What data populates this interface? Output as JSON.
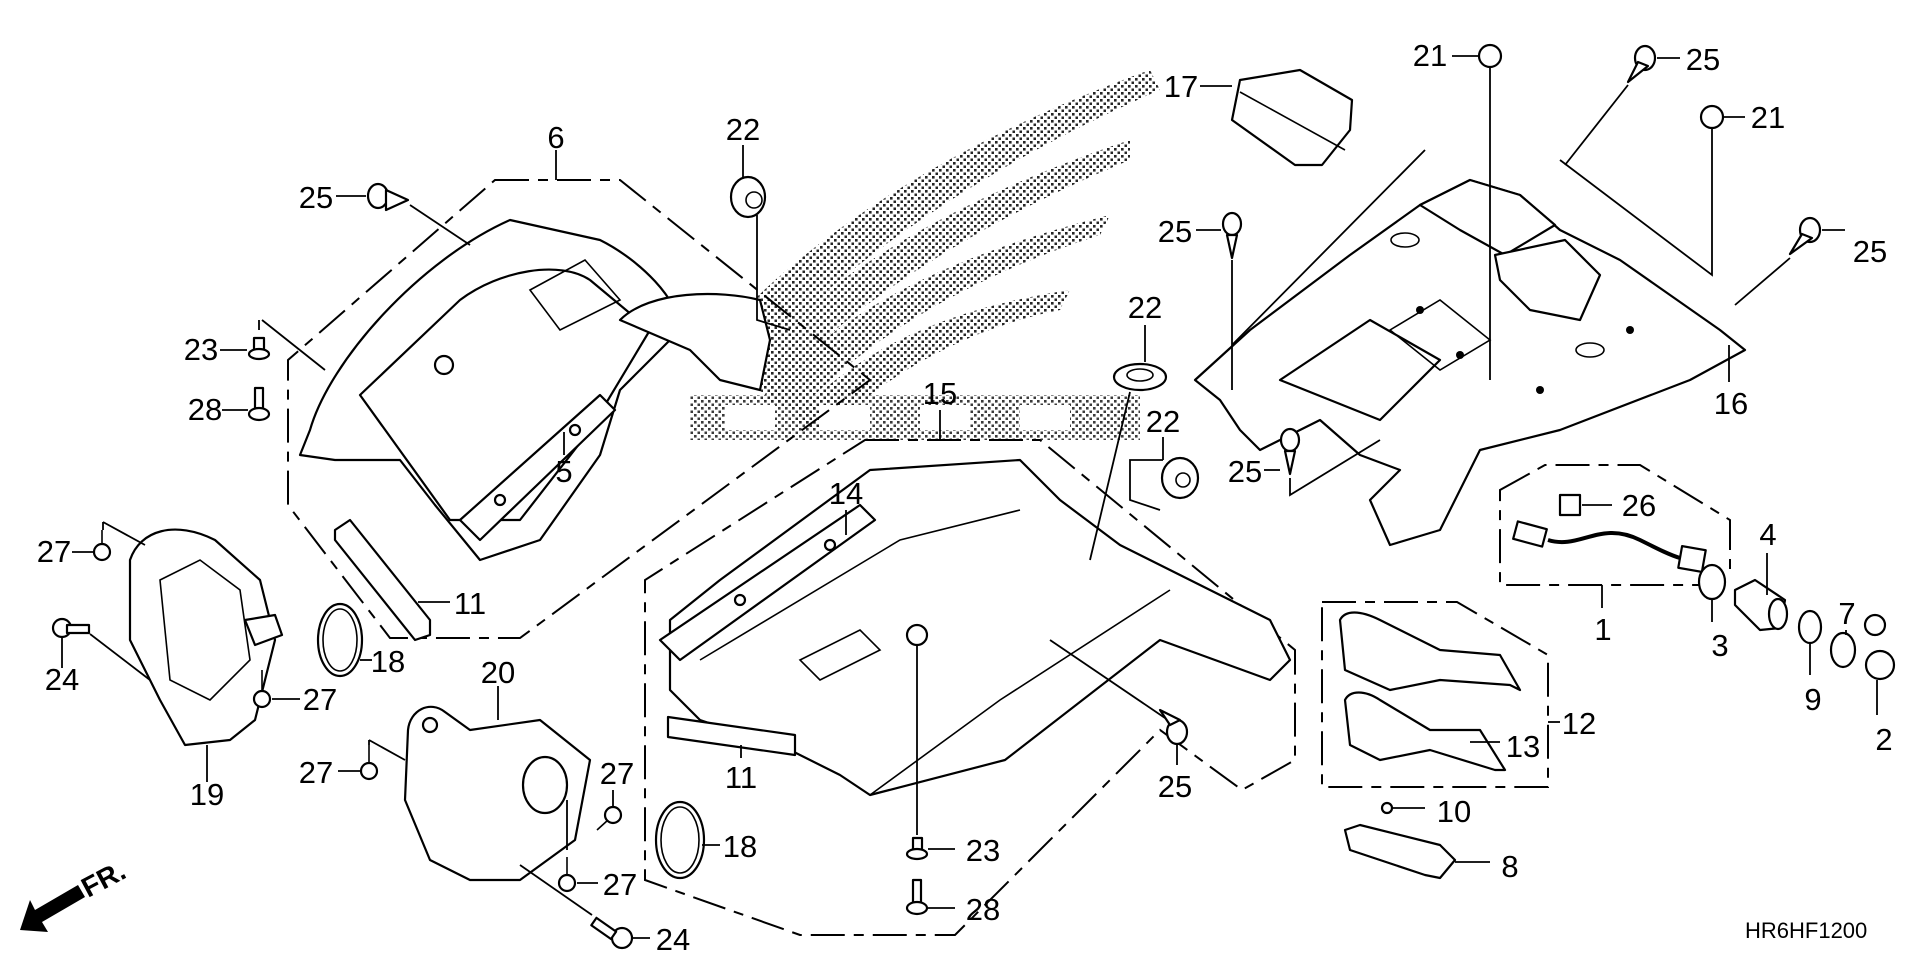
{
  "diagram": {
    "title": "Rear fender / seat cover parts diagram",
    "diagram_code": "HR6HF1200",
    "direction_indicator": "FR.",
    "background_logo": "honda-wing-logo",
    "colors": {
      "line": "#000000",
      "background": "#ffffff",
      "logo_dots": "#000000"
    }
  },
  "callouts": [
    {
      "id": "c6",
      "label": "6"
    },
    {
      "id": "c25a",
      "label": "25"
    },
    {
      "id": "c22a",
      "label": "22"
    },
    {
      "id": "c23a",
      "label": "23"
    },
    {
      "id": "c28a",
      "label": "28"
    },
    {
      "id": "c5",
      "label": "5"
    },
    {
      "id": "c11a",
      "label": "11"
    },
    {
      "id": "c27a",
      "label": "27"
    },
    {
      "id": "c24a",
      "label": "24"
    },
    {
      "id": "c27b",
      "label": "27"
    },
    {
      "id": "c18a",
      "label": "18"
    },
    {
      "id": "c19",
      "label": "19"
    },
    {
      "id": "c20",
      "label": "20"
    },
    {
      "id": "c27c",
      "label": "27"
    },
    {
      "id": "c27d",
      "label": "27"
    },
    {
      "id": "c27e",
      "label": "27"
    },
    {
      "id": "c24b",
      "label": "24"
    },
    {
      "id": "c18b",
      "label": "18"
    },
    {
      "id": "c15",
      "label": "15"
    },
    {
      "id": "c14",
      "label": "14"
    },
    {
      "id": "c11b",
      "label": "11"
    },
    {
      "id": "c22b",
      "label": "22"
    },
    {
      "id": "c22c",
      "label": "22"
    },
    {
      "id": "c25b",
      "label": "25"
    },
    {
      "id": "c23b",
      "label": "23"
    },
    {
      "id": "c28b",
      "label": "28"
    },
    {
      "id": "c17",
      "label": "17"
    },
    {
      "id": "c21a",
      "label": "21"
    },
    {
      "id": "c25c",
      "label": "25"
    },
    {
      "id": "c21b",
      "label": "21"
    },
    {
      "id": "c25d",
      "label": "25"
    },
    {
      "id": "c25e",
      "label": "25"
    },
    {
      "id": "c25f",
      "label": "25"
    },
    {
      "id": "c16",
      "label": "16"
    },
    {
      "id": "c26",
      "label": "26"
    },
    {
      "id": "c1",
      "label": "1"
    },
    {
      "id": "c4",
      "label": "4"
    },
    {
      "id": "c3",
      "label": "3"
    },
    {
      "id": "c7",
      "label": "7"
    },
    {
      "id": "c9",
      "label": "9"
    },
    {
      "id": "c2",
      "label": "2"
    },
    {
      "id": "c12",
      "label": "12"
    },
    {
      "id": "c13",
      "label": "13"
    },
    {
      "id": "c10",
      "label": "10"
    },
    {
      "id": "c8",
      "label": "8"
    }
  ]
}
